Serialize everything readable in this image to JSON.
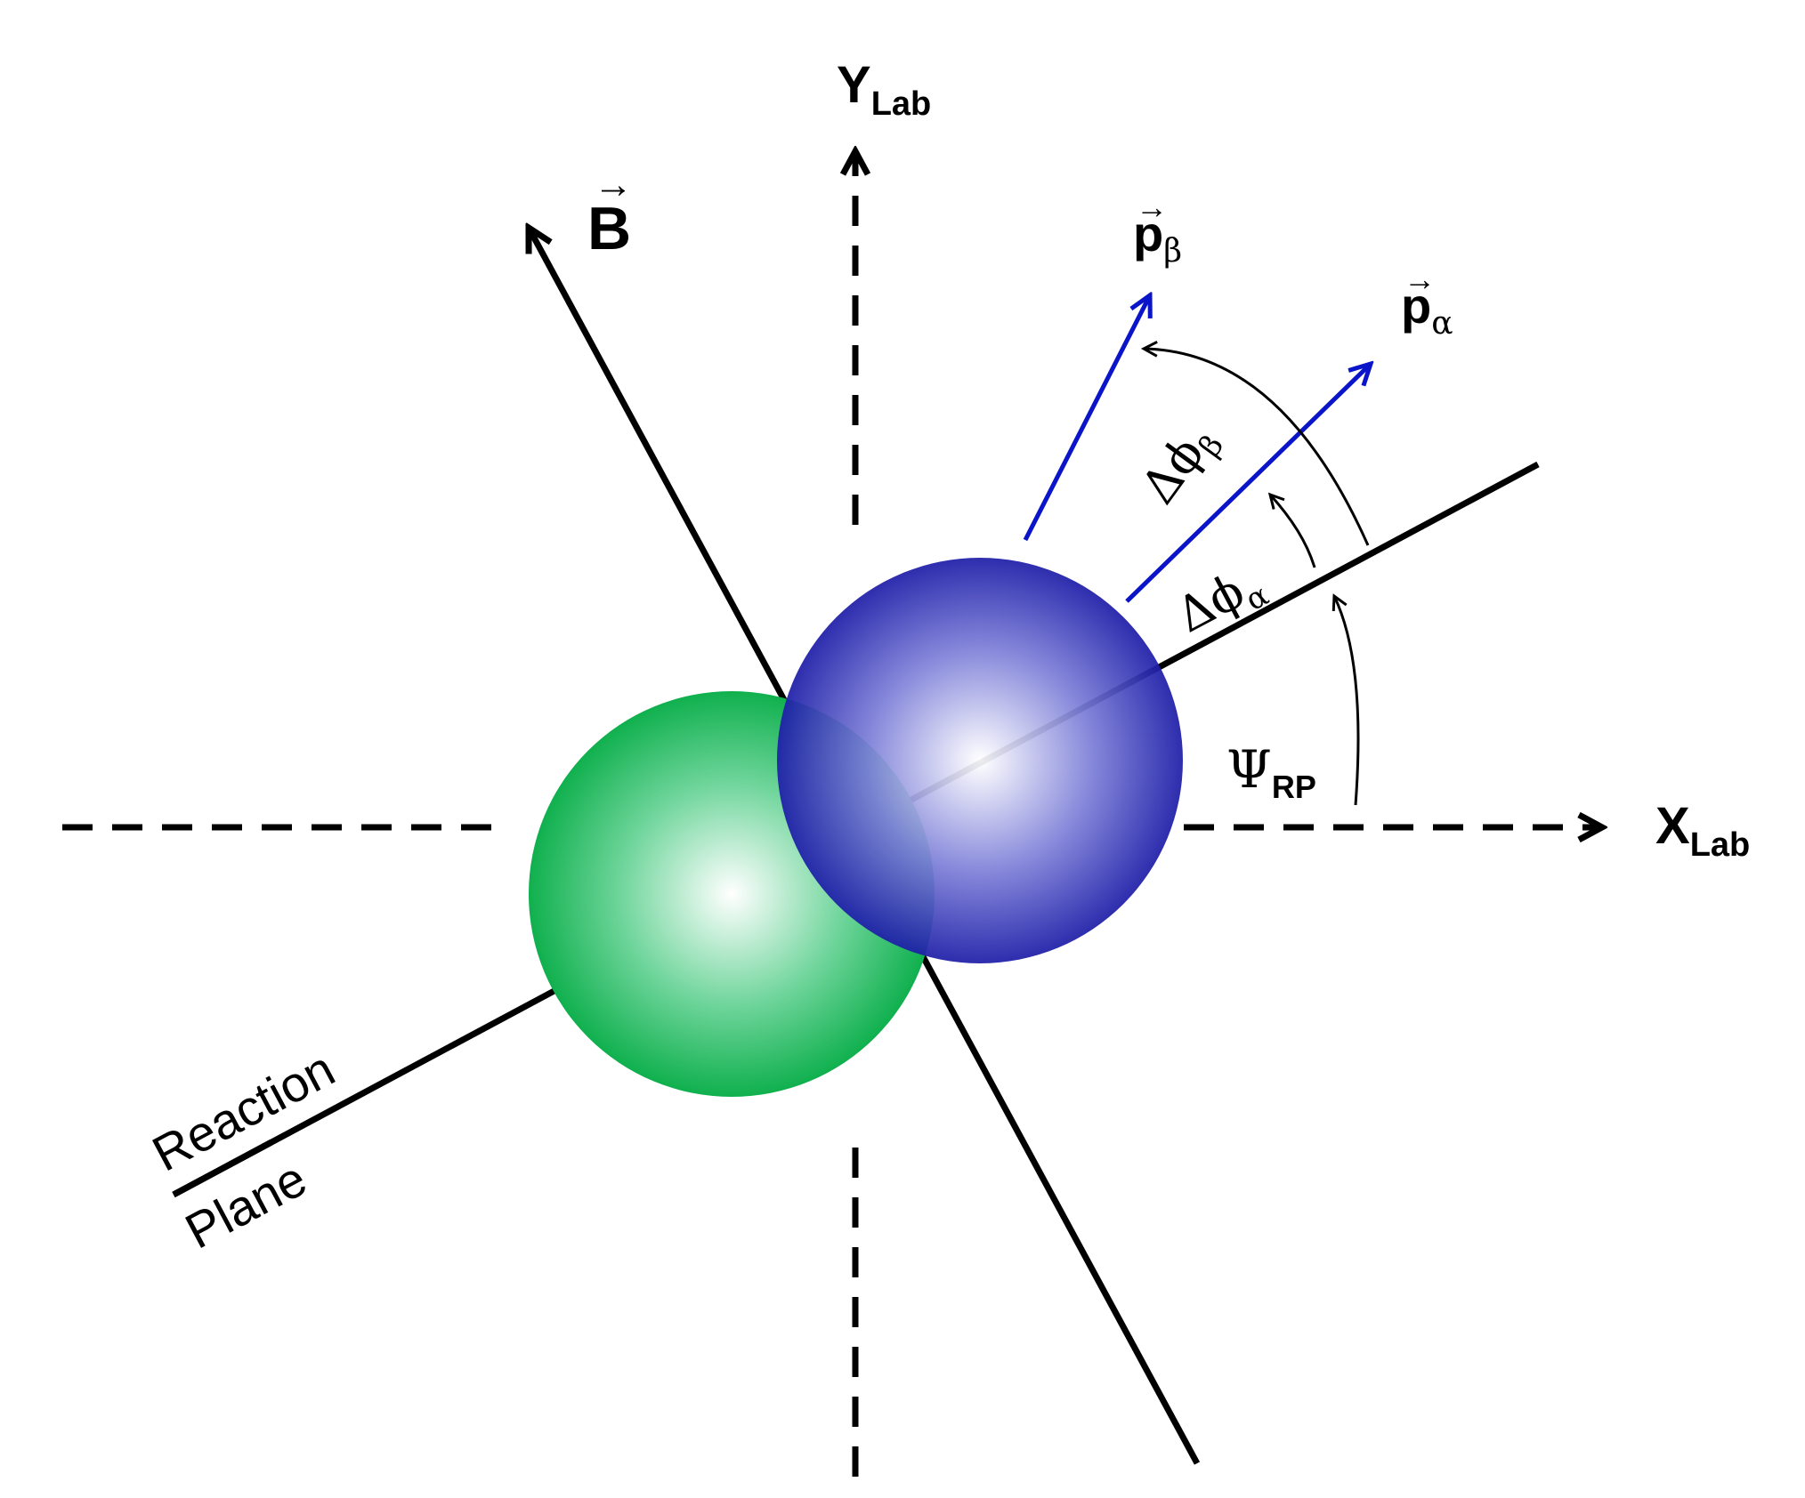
{
  "labels": {
    "y_axis": {
      "main": "Y",
      "sub": "Lab"
    },
    "x_axis": {
      "main": "X",
      "sub": "Lab"
    },
    "b_field": {
      "main": "B",
      "vector_mark": "→"
    },
    "p_beta": {
      "main": "p",
      "sub": "β",
      "vector_mark": "→"
    },
    "p_alpha": {
      "main": "p",
      "sub": "α",
      "vector_mark": "→"
    },
    "dphi_beta": {
      "main": "Δϕ",
      "sub": "β"
    },
    "dphi_alpha": {
      "main": "Δϕ",
      "sub": "α"
    },
    "psi_rp": {
      "main": "Ψ",
      "sub": "RP"
    },
    "reaction_plane": {
      "line1": "Reaction",
      "line2": "Plane"
    }
  },
  "colors": {
    "axis": "#000000",
    "momentum_arrow": "#0a14c8",
    "nucleus_left_edge": "#10b04e",
    "nucleus_left_center": "#ffffff",
    "nucleus_right_edge": "#1e1ea8",
    "nucleus_right_center": "#ffffff"
  }
}
